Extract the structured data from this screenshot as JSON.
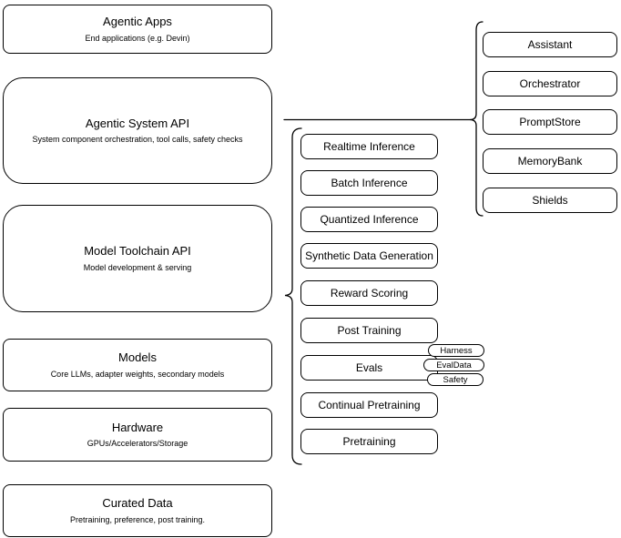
{
  "diagram": {
    "colors": {
      "stroke": "#000000",
      "fill": "#ffffff",
      "text": "#000000"
    },
    "stack_layers": [
      {
        "title": "Agentic Apps",
        "subtitle": "End applications (e.g. Devin)"
      },
      {
        "title": "Agentic System API",
        "subtitle": "System component orchestration, tool calls, safety checks"
      },
      {
        "title": "Model Toolchain API",
        "subtitle": "Model development & serving"
      },
      {
        "title": "Models",
        "subtitle": "Core LLMs, adapter weights, secondary models"
      },
      {
        "title": "Hardware",
        "subtitle": "GPUs/Accelerators/Storage"
      },
      {
        "title": "Curated Data",
        "subtitle": "Pretraining, preference, post training."
      }
    ],
    "toolchain_components": [
      "Realtime Inference",
      "Batch Inference",
      "Quantized Inference",
      "Synthetic Data Generation",
      "Reward Scoring",
      "Post Training",
      "Evals",
      "Continual Pretraining",
      "Pretraining"
    ],
    "evals_tags": [
      "Harness",
      "EvalData",
      "Safety"
    ],
    "system_components": [
      "Assistant",
      "Orchestrator",
      "PromptStore",
      "MemoryBank",
      "Shields"
    ]
  }
}
